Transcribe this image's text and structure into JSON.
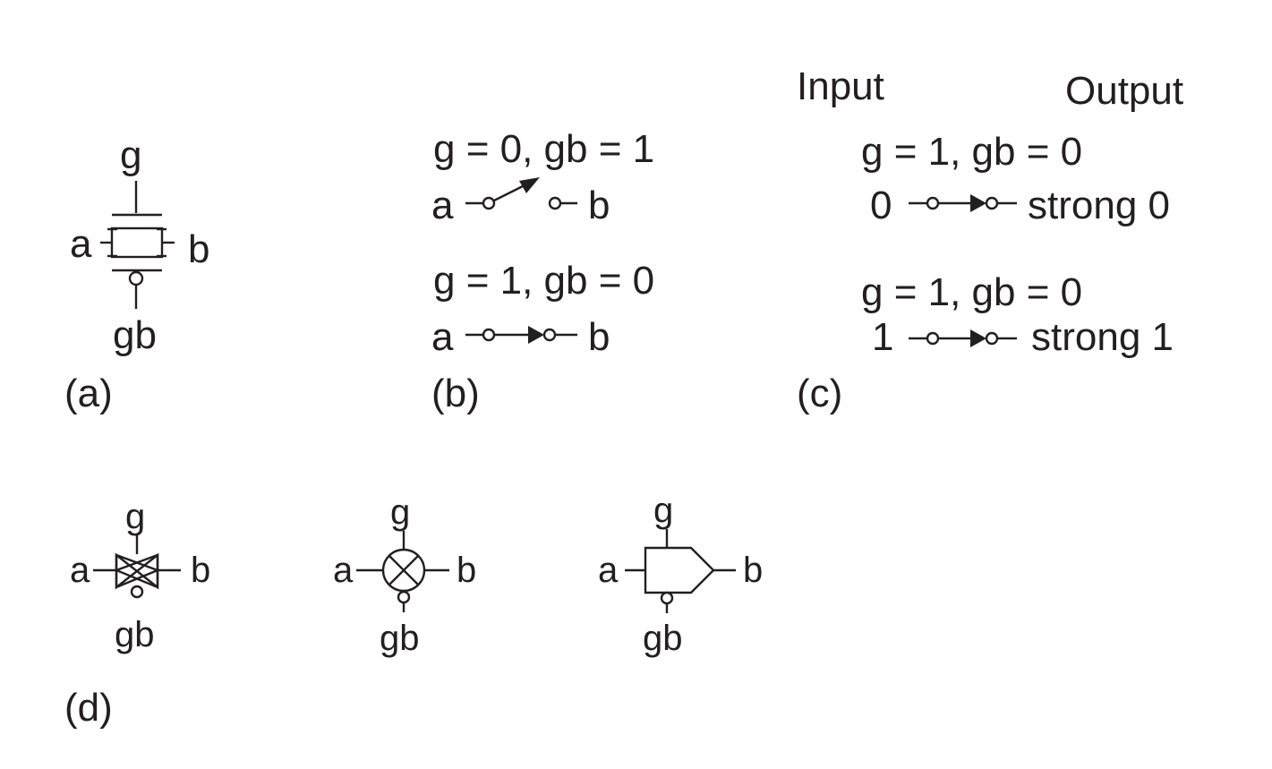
{
  "panel_a": {
    "label": "(a)",
    "terminal_g": "g",
    "terminal_gb": "gb",
    "terminal_a": "a",
    "terminal_b": "b"
  },
  "panel_b": {
    "label": "(b)",
    "off_condition": "g = 0, gb = 1",
    "on_condition": "g = 1, gb = 0",
    "off_a": "a",
    "off_b": "b",
    "on_a": "a",
    "on_b": "b"
  },
  "panel_c": {
    "label": "(c)",
    "input_header": "Input",
    "output_header": "Output",
    "row0_condition": "g = 1, gb = 0",
    "row0_input": "0",
    "row0_output": "strong 0",
    "row1_condition": "g = 1, gb = 0",
    "row1_input": "1",
    "row1_output": "strong 1"
  },
  "panel_d": {
    "label": "(d)",
    "symbols": [
      {
        "g": "g",
        "gb": "gb",
        "a": "a",
        "b": "b"
      },
      {
        "g": "g",
        "gb": "gb",
        "a": "a",
        "b": "b"
      },
      {
        "g": "g",
        "gb": "gb",
        "a": "a",
        "b": "b"
      }
    ]
  }
}
